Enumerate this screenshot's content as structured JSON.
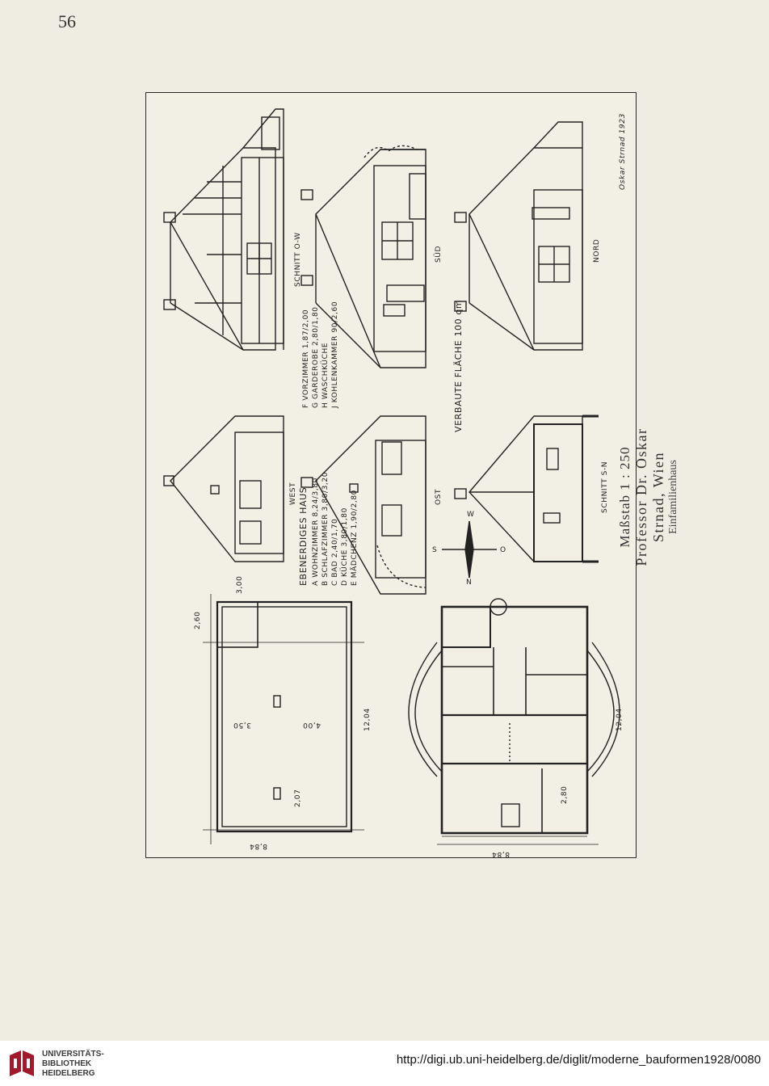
{
  "page": {
    "number": "56"
  },
  "plate": {
    "labels": {
      "schnitt_ow": "SCHNITT O-W",
      "sued": "SÜD",
      "nord": "NORD",
      "west": "WEST",
      "ost": "OST",
      "schnitt_sn": "SCHNITT S-N",
      "verbaute_flaeche": "VERBAUTE FLÄCHE 100 qm",
      "signature": "Oskar Strnad 1923"
    },
    "room_legend_left": {
      "title": "EBENERDIGES HAUS",
      "items": [
        "A  WOHNZIMMER  8,24/3,80",
        "B  SCHLAFZIMMER  3,80/3,20",
        "C  BAD  2,40/1,70",
        "D  KÜCHE  3,80/1,80",
        "E  MÄDCHENZ  1,90/2,80"
      ]
    },
    "room_legend_right": {
      "items": [
        "F  VORZIMMER  1,87/2,00",
        "G  GARDEROBE  2,80/1,80",
        "H  WASCHKÜCHE",
        "J  KOHLENKAMMER  90/2,60"
      ]
    },
    "compass": {
      "n": "N",
      "s": "S",
      "o": "O",
      "w": "W"
    },
    "dimensions": [
      "8,84",
      "12,04",
      "2,60",
      "3,00",
      "3,50",
      "4,00",
      "2,07",
      "8,84",
      "12,04",
      "2,80"
    ]
  },
  "caption": {
    "scale": "Maßstab 1 : 250",
    "author": "Professor Dr. Oskar Strnad, Wien",
    "subtitle": "Einfamilienhaus"
  },
  "footer": {
    "logo_lines": [
      "UNIVERSITÄTS-",
      "BIBLIOTHEK",
      "HEIDELBERG"
    ],
    "url": "http://digi.ub.uni-heidelberg.de/diglit/moderne_bauformen1928/0080"
  }
}
